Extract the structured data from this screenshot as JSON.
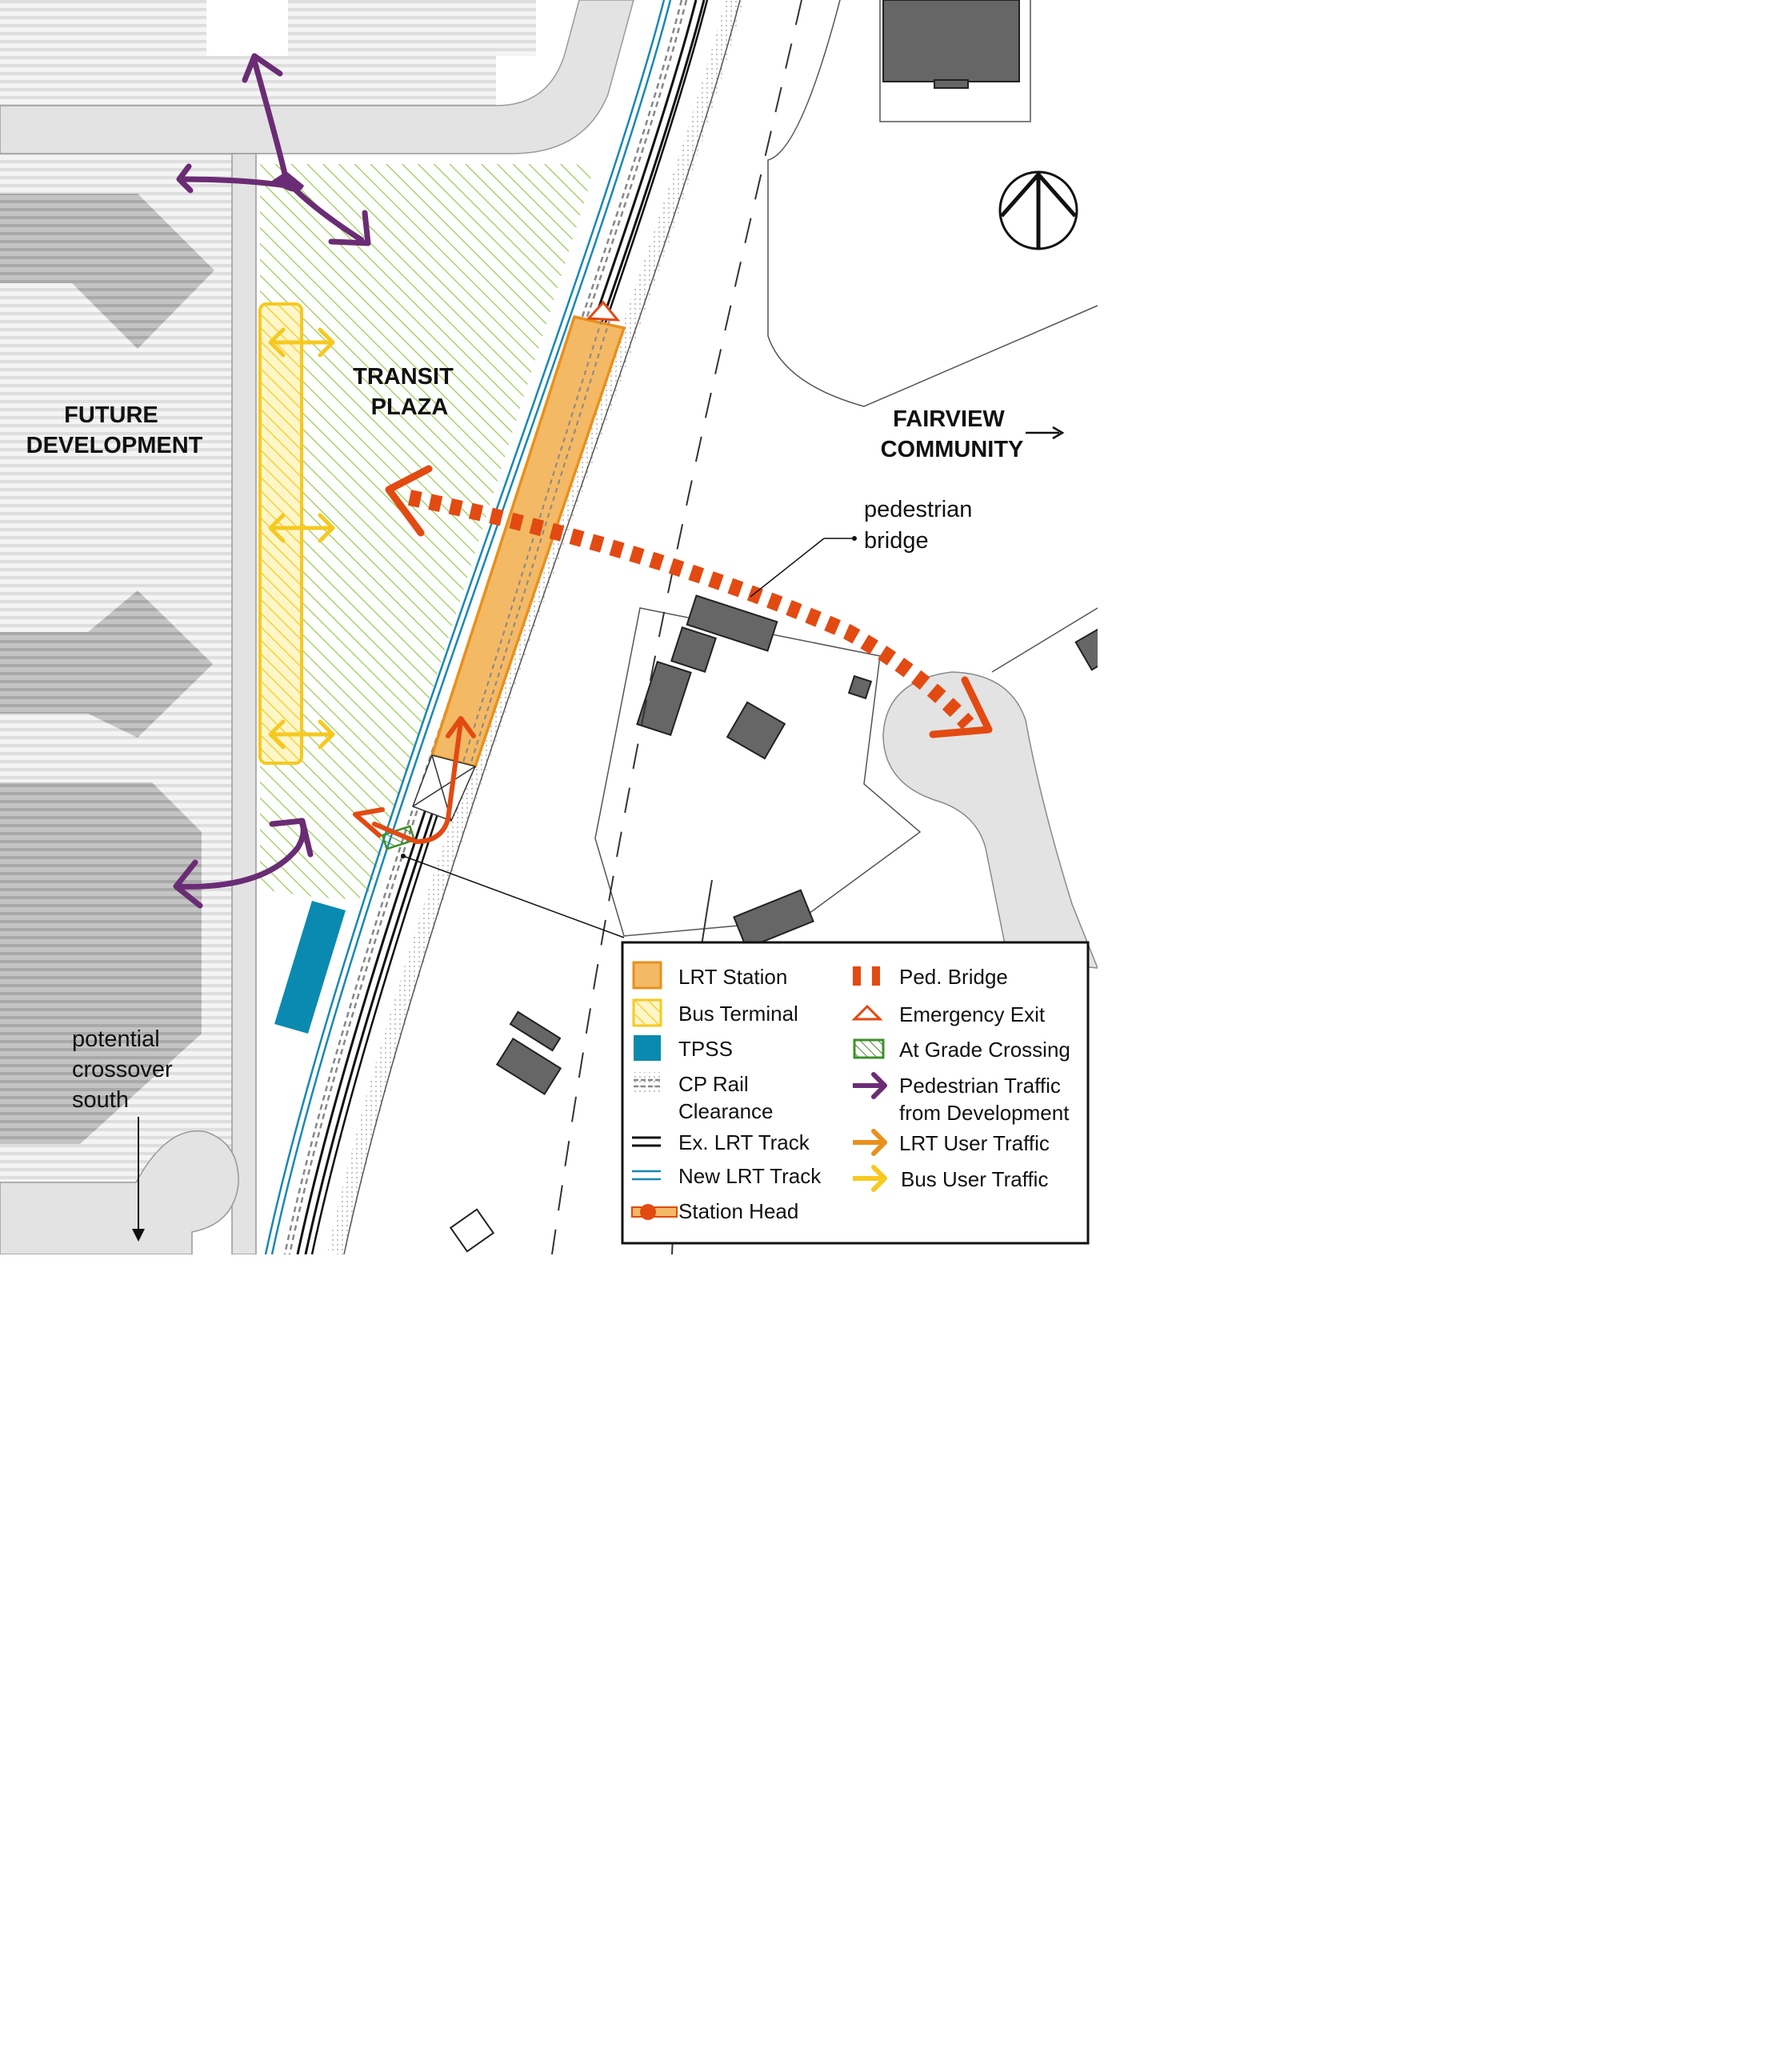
{
  "labels": {
    "future_development": [
      "FUTURE",
      "DEVELOPMENT"
    ],
    "transit_plaza": [
      "TRANSIT",
      "PLAZA"
    ],
    "fairview_community": [
      "FAIRVIEW",
      "COMMUNITY"
    ],
    "pedestrian_bridge": [
      "pedestrian",
      "bridge"
    ],
    "potential_crossover": [
      "potential",
      "crossover",
      "south"
    ]
  },
  "legend": {
    "left": [
      {
        "label": [
          "LRT Station"
        ],
        "symbol": "station-box"
      },
      {
        "label": [
          "Bus Terminal"
        ],
        "symbol": "bus-hatch"
      },
      {
        "label": [
          "TPSS"
        ],
        "symbol": "tpss-box"
      },
      {
        "label": [
          "CP Rail",
          "Clearance"
        ],
        "symbol": "cp-rail"
      },
      {
        "label": [
          "Ex. LRT Track"
        ],
        "symbol": "ex-track"
      },
      {
        "label": [
          "New LRT Track"
        ],
        "symbol": "new-track"
      },
      {
        "label": [
          "Station Head"
        ],
        "symbol": "station-head"
      }
    ],
    "right": [
      {
        "label": [
          "Ped. Bridge"
        ],
        "symbol": "ped-bridge"
      },
      {
        "label": [
          "Emergency Exit"
        ],
        "symbol": "emergency-exit"
      },
      {
        "label": [
          "At Grade Crossing"
        ],
        "symbol": "grade-crossing"
      },
      {
        "label": [
          "Pedestrian Traffic",
          "from Development"
        ],
        "symbol": "ped-arrow"
      },
      {
        "label": [
          "LRT User Traffic"
        ],
        "symbol": "lrt-arrow"
      },
      {
        "label": [
          "Bus User Traffic"
        ],
        "symbol": "bus-arrow"
      }
    ]
  },
  "colors": {
    "station_fill": "#f4b965",
    "station_stroke": "#e8901e",
    "bus": "#f6c91f",
    "tpss": "#0a8ab0",
    "new_track": "#1a88b4",
    "pedestrian": "#6a2c74",
    "ped_bridge": "#e24a12",
    "lrt_user": "#e8901e",
    "plaza_hatch": "#8cc63f",
    "building": "#666666",
    "road": "#e3e3e3"
  },
  "icons": {
    "north_arrow": "north-arrow-icon",
    "fairview_arrow": "arrow-right-icon"
  }
}
